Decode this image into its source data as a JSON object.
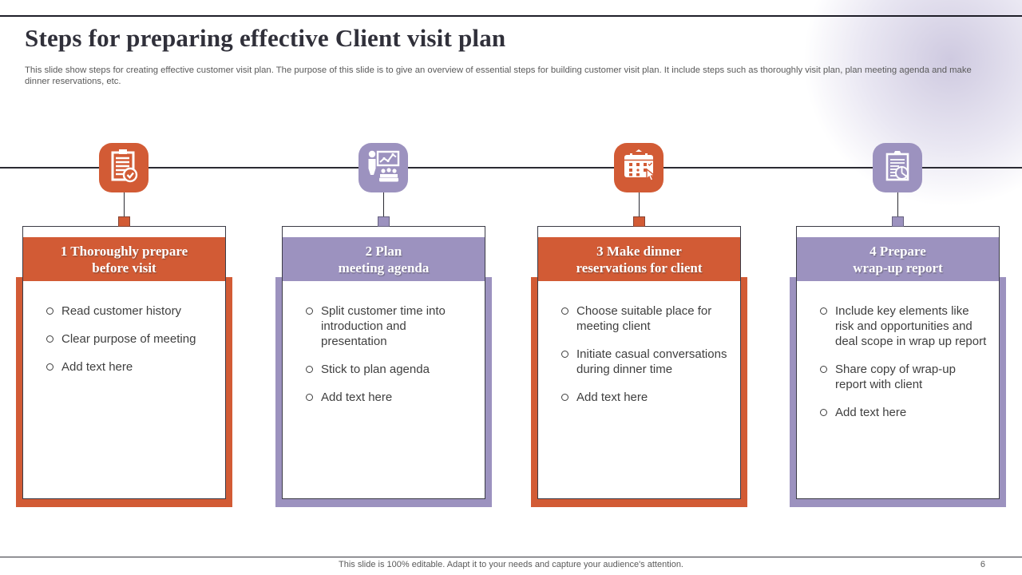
{
  "slide": {
    "title": "Steps for preparing effective Client visit plan",
    "description": "This slide show steps for creating effective  customer visit plan. The purpose of this slide is to give an overview  of essential steps for building customer visit plan. It include steps such as thoroughly visit plan, plan meeting agenda and make dinner reservations, etc.",
    "footer_note": "This slide is 100% editable. Adapt it to your needs and capture your audience's attention.",
    "page_number": "6"
  },
  "colors": {
    "orange_accent": "#d25b35",
    "purple_accent": "#9c92bf",
    "line_dark": "#1e1e28",
    "body_text": "#3f3f3f",
    "muted_text": "#5a5a5a"
  },
  "steps": [
    {
      "number": "1",
      "accent": "orange",
      "icon": "clipboard-check-icon",
      "title": "1 Thoroughly prepare\nbefore visit",
      "bullets": [
        "Read customer  history",
        "Clear purpose of meeting",
        "Add text here"
      ]
    },
    {
      "number": "2",
      "accent": "purple",
      "icon": "presentation-audience-icon",
      "title": "2 Plan\nmeeting agenda",
      "bullets": [
        "Split customer  time into introduction  and presentation",
        "Stick to plan agenda",
        "Add text here"
      ]
    },
    {
      "number": "3",
      "accent": "orange",
      "icon": "calendar-click-icon",
      "title": "3 Make dinner\nreservations for client",
      "bullets": [
        "Choose suitable place for meeting client",
        "Initiate  casual conversations  during dinner time",
        "Add text here"
      ]
    },
    {
      "number": "4",
      "accent": "purple",
      "icon": "report-pie-chart-icon",
      "title": "4 Prepare\nwrap-up report",
      "bullets": [
        "Include  key elements like risk and opportunities  and deal scope in wrap up report",
        "Share copy of wrap-up report with client",
        "Add text here"
      ]
    }
  ]
}
